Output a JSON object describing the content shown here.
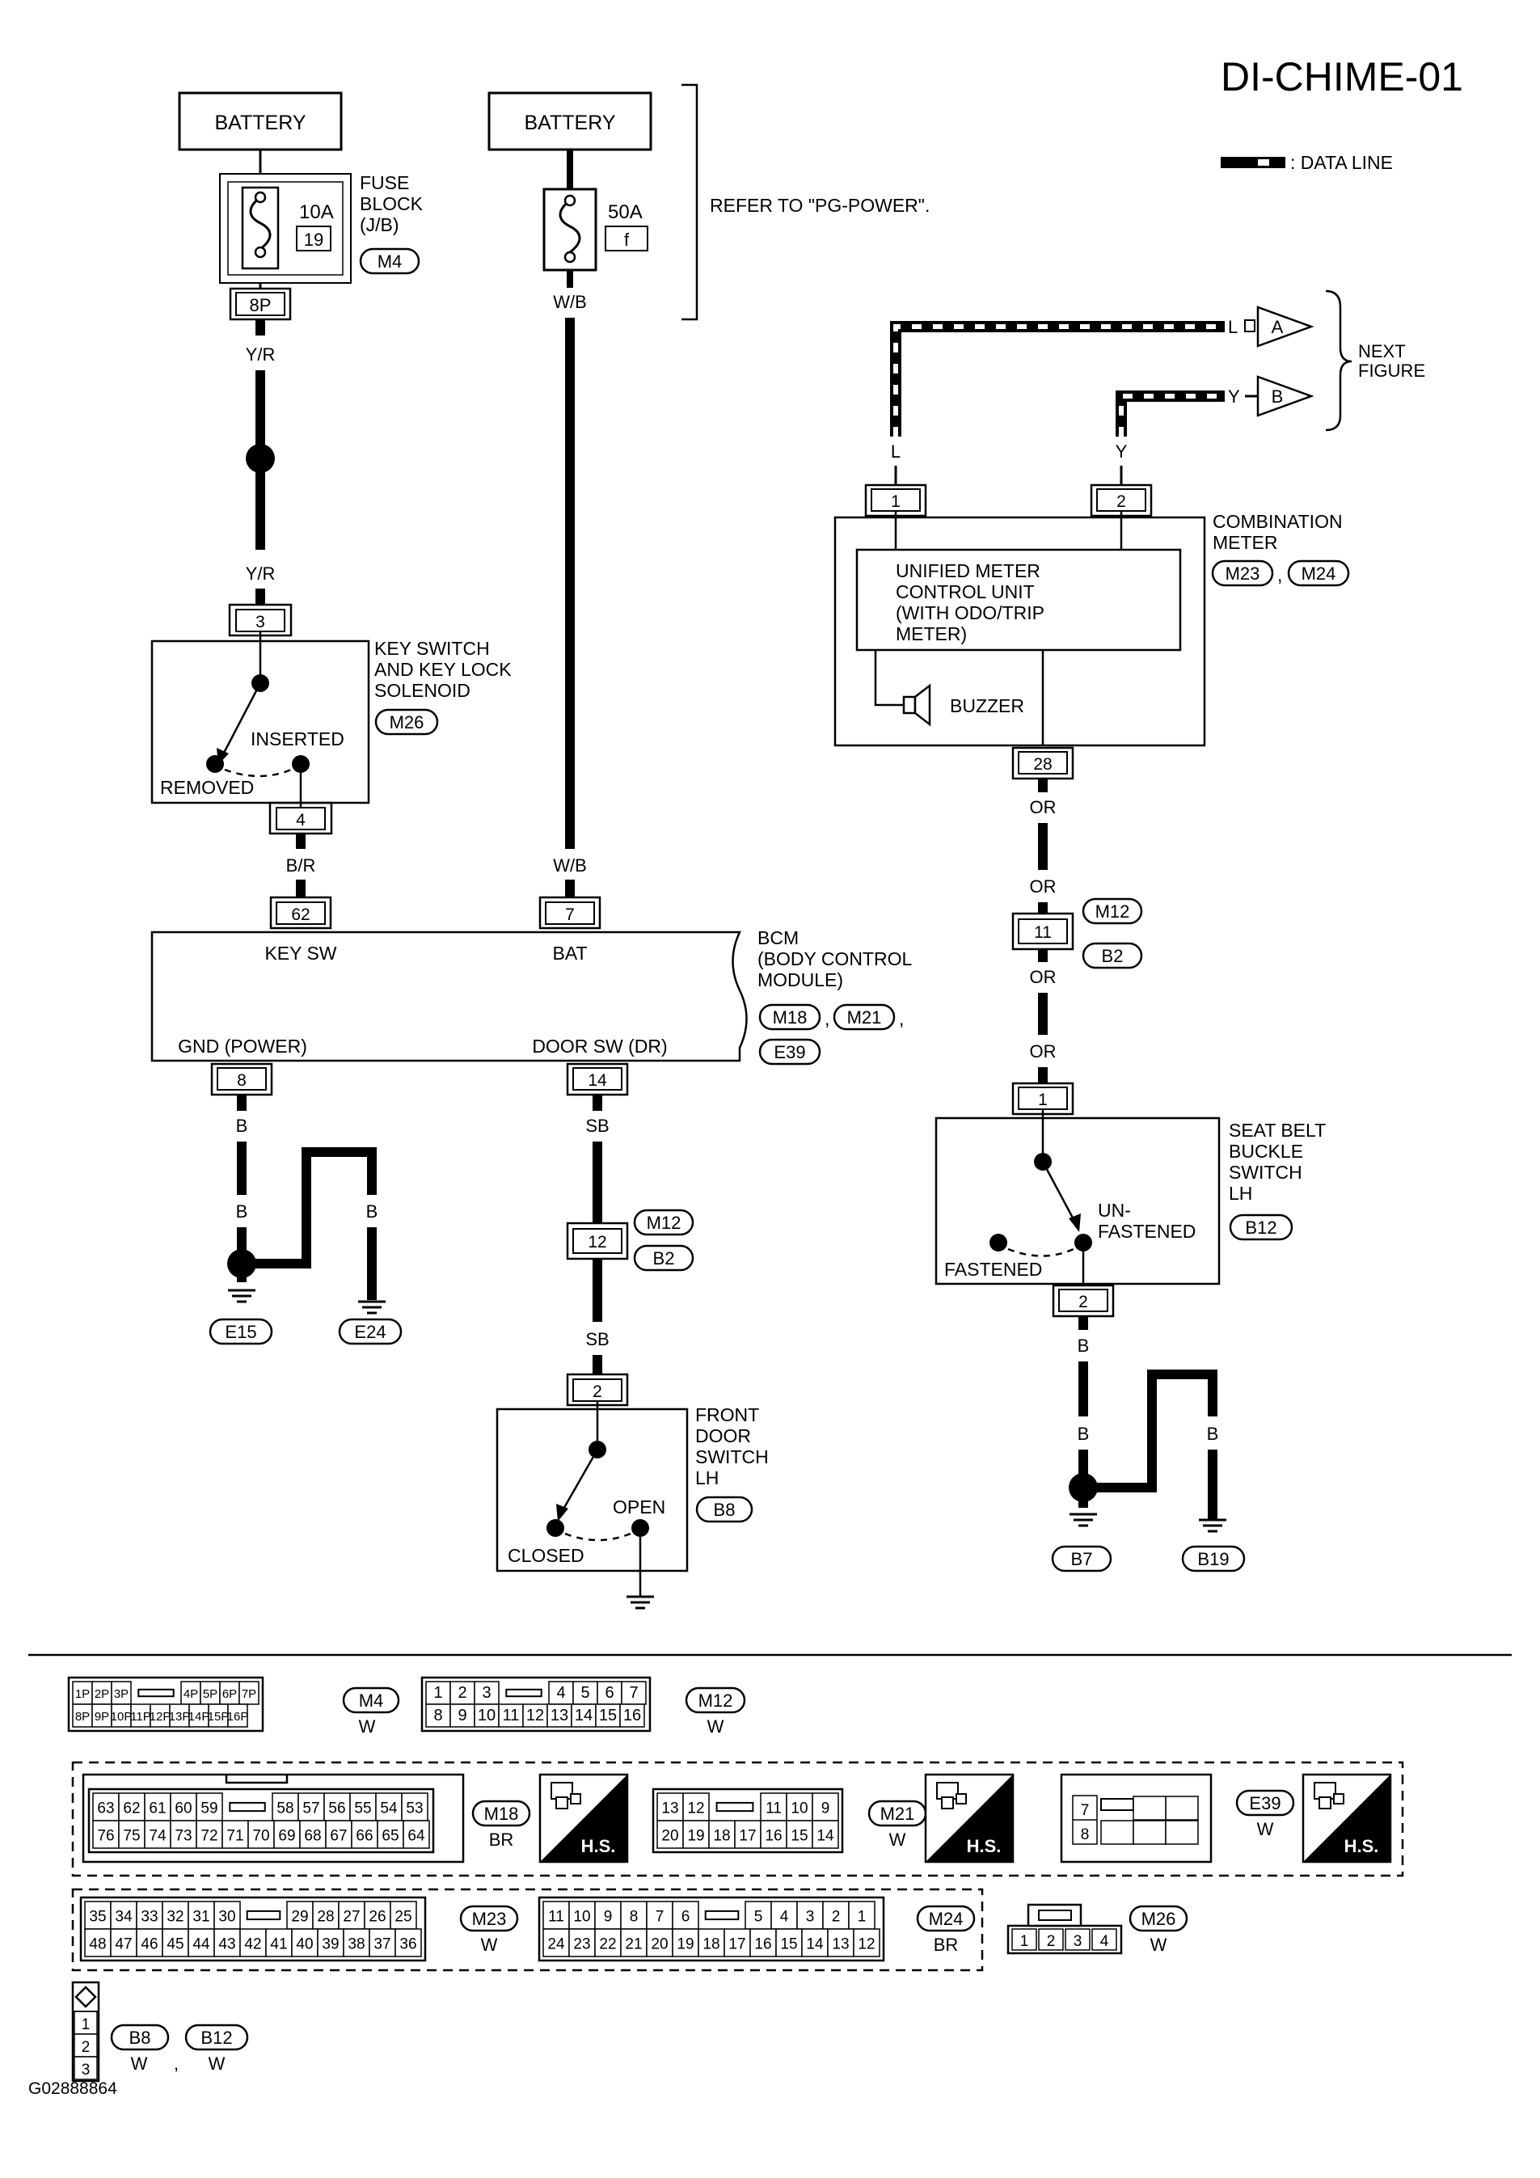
{
  "page_id": "DI-CHIME-01",
  "legend": {
    "data_line": ": DATA LINE"
  },
  "footer_code": "G02888864",
  "power": {
    "battery_label": "BATTERY",
    "fuse1": {
      "amps": "10A",
      "num": "19",
      "name": [
        "FUSE",
        "BLOCK",
        "(J/B)"
      ],
      "conn": "M4",
      "pin": "8P"
    },
    "fuse2": {
      "amps": "50A",
      "num": "f"
    },
    "refer": "REFER TO \"PG-POWER\"."
  },
  "wires": {
    "yr": "Y/R",
    "wb": "W/B",
    "br": "B/R",
    "b": "B",
    "sb": "SB",
    "or": "OR",
    "l": "L",
    "y": "Y"
  },
  "key_switch": {
    "name": [
      "KEY SWITCH",
      "AND KEY LOCK",
      "SOLENOID"
    ],
    "conn": "M26",
    "pin_in": "3",
    "pin_out": "4",
    "inserted": "INSERTED",
    "removed": "REMOVED"
  },
  "bcm": {
    "name": [
      "BCM",
      "(BODY CONTROL",
      "MODULE)"
    ],
    "conns": [
      "M18",
      "M21",
      "E39"
    ],
    "comma": ",",
    "pins": {
      "key_sw": "62",
      "bat": "7",
      "gnd": "8",
      "door": "14"
    },
    "key_sw_label": "KEY SW",
    "bat_label": "BAT",
    "gnd_label": "GND (POWER)",
    "door_label": "DOOR SW (DR)"
  },
  "grounds_left": {
    "g1": "E15",
    "g2": "E24"
  },
  "joint1": {
    "pin": "12",
    "c1": "M12",
    "c2": "B2"
  },
  "door_switch": {
    "name": [
      "FRONT",
      "DOOR",
      "SWITCH",
      "LH"
    ],
    "conn": "B8",
    "pin": "2",
    "open": "OPEN",
    "closed": "CLOSED"
  },
  "meter": {
    "name": [
      "COMBINATION",
      "METER"
    ],
    "conns": [
      "M23",
      "M24"
    ],
    "pin1": "1",
    "pin2": "2",
    "pin28": "28",
    "unit": [
      "UNIFIED METER",
      "CONTROL UNIT",
      "(WITH ODO/TRIP",
      "METER)"
    ],
    "buzzer": "BUZZER"
  },
  "next_figure": {
    "a": "A",
    "b": "B",
    "label": [
      "NEXT",
      "FIGURE"
    ]
  },
  "joint2": {
    "pin": "11",
    "c1": "M12",
    "c2": "B2"
  },
  "seat_belt": {
    "name": [
      "SEAT BELT",
      "BUCKLE",
      "SWITCH",
      "LH"
    ],
    "conn": "B12",
    "pin_in": "1",
    "pin_out": "2",
    "unfastened": [
      "UN-",
      "FASTENED"
    ],
    "fastened": "FASTENED"
  },
  "grounds_right": {
    "g1": "B7",
    "g2": "B19"
  },
  "connectors": {
    "m4": {
      "top": [
        "1P",
        "2P",
        "3P",
        "4P",
        "5P",
        "6P",
        "7P"
      ],
      "bot": [
        "8P",
        "9P",
        "10P",
        "11P",
        "12P",
        "13P",
        "14P",
        "15P",
        "16P"
      ],
      "name": "M4",
      "color": "W"
    },
    "m12": {
      "top": [
        "1",
        "2",
        "3",
        "4",
        "5",
        "6",
        "7"
      ],
      "bot": [
        "8",
        "9",
        "10",
        "11",
        "12",
        "13",
        "14",
        "15",
        "16"
      ],
      "name": "M12",
      "color": "W"
    },
    "m18": {
      "top": [
        "63",
        "62",
        "61",
        "60",
        "59",
        "58",
        "57",
        "56",
        "55",
        "54",
        "53"
      ],
      "bot": [
        "76",
        "75",
        "74",
        "73",
        "72",
        "71",
        "70",
        "69",
        "68",
        "67",
        "66",
        "65",
        "64"
      ],
      "name": "M18",
      "color": "BR"
    },
    "m21": {
      "top": [
        "13",
        "12",
        "11",
        "10",
        "9"
      ],
      "bot": [
        "20",
        "19",
        "18",
        "17",
        "16",
        "15",
        "14"
      ],
      "name": "M21",
      "color": "W"
    },
    "e39": {
      "pins": [
        "7",
        "8"
      ],
      "name": "E39",
      "color": "W"
    },
    "m23": {
      "top": [
        "35",
        "34",
        "33",
        "32",
        "31",
        "30",
        "29",
        "28",
        "27",
        "26",
        "25"
      ],
      "bot": [
        "48",
        "47",
        "46",
        "45",
        "44",
        "43",
        "42",
        "41",
        "40",
        "39",
        "38",
        "37",
        "36"
      ],
      "name": "M23",
      "color": "W"
    },
    "m24": {
      "top": [
        "11",
        "10",
        "9",
        "8",
        "7",
        "6",
        "5",
        "4",
        "3",
        "2",
        "1"
      ],
      "bot": [
        "24",
        "23",
        "22",
        "21",
        "20",
        "19",
        "18",
        "17",
        "16",
        "15",
        "14",
        "13",
        "12"
      ],
      "name": "M24",
      "color": "BR"
    },
    "m26": {
      "pins": [
        "1",
        "2",
        "3",
        "4"
      ],
      "name": "M26",
      "color": "W"
    },
    "b8b12": {
      "pins": [
        "1",
        "2",
        "3"
      ],
      "n1": "B8",
      "n2": "B12",
      "color": "W",
      "sep": ","
    },
    "hs": "H.S."
  }
}
